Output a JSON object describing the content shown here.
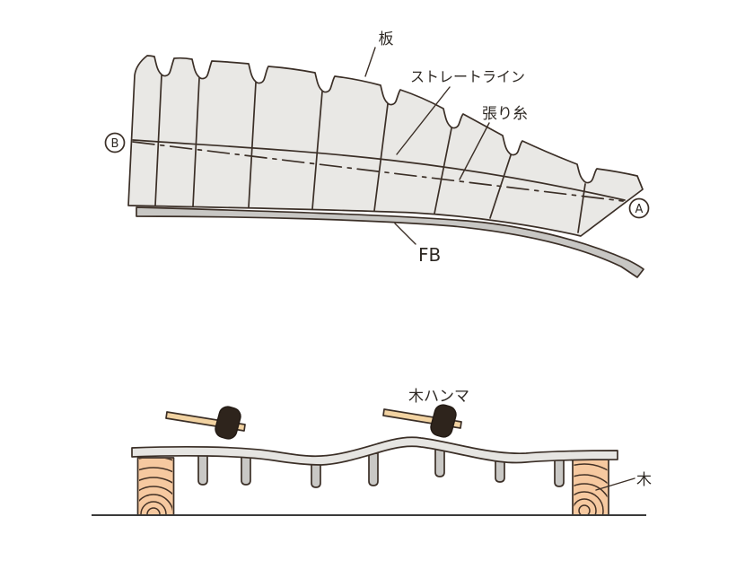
{
  "figure_top": {
    "label_board": "板",
    "label_straight_line": "ストレートライン",
    "label_string": "張り糸",
    "label_fb": "FB",
    "point_a": "A",
    "point_b": "B"
  },
  "figure_bottom": {
    "label_mallet": "木ハンマ",
    "label_wood": "木"
  },
  "colors": {
    "outline": "#3b2f27",
    "board_fill": "#e9e8e5",
    "fb_bar_fill": "#c8c7c4",
    "plate_fill": "#e6e5e2",
    "peg_fill": "#c9c8c5",
    "wood_fill": "#f6c9a0",
    "mallet_head": "#2e241c",
    "mallet_handle": "#f2d3a2",
    "text": "#2e2924"
  }
}
